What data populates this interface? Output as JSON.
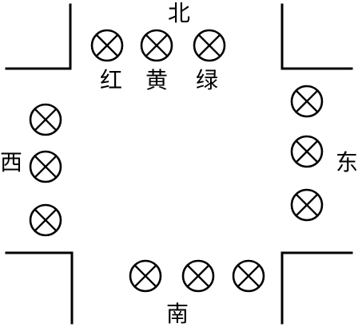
{
  "directions": {
    "north": "北",
    "south": "南",
    "east": "东",
    "west": "西"
  },
  "north_light_labels": [
    "红",
    "黄",
    "绿"
  ],
  "light_groups": [
    {
      "side": "north",
      "count": 3
    },
    {
      "side": "west",
      "count": 3
    },
    {
      "side": "east",
      "count": 3
    },
    {
      "side": "south",
      "count": 3
    }
  ],
  "lamp_symbol": "circle-with-x"
}
